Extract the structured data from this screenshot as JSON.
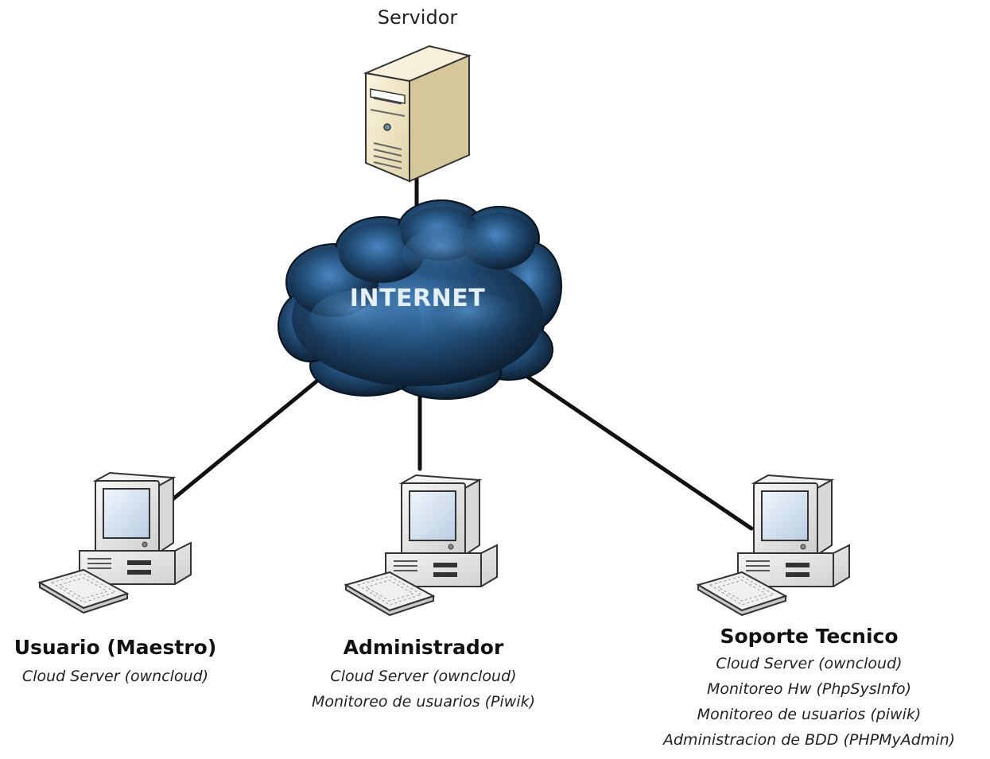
{
  "server": {
    "label": "Servidor"
  },
  "cloud": {
    "label": "INTERNET"
  },
  "nodes": [
    {
      "title": "Usuario (Maestro)",
      "lines": [
        "Cloud Server (owncloud)"
      ]
    },
    {
      "title": "Administrador",
      "lines": [
        "Cloud Server (owncloud)",
        "Monitoreo de usuarios (Piwik)"
      ]
    },
    {
      "title": "Soporte Tecnico",
      "lines": [
        "Cloud Server (owncloud)",
        "Monitoreo Hw (PhpSysInfo)",
        "Monitoreo de usuarios (piwik)",
        "Administracion de BDD (PHPMyAdmin)"
      ]
    }
  ],
  "icons": {
    "server": "server-tower-icon",
    "cloud": "cloud-icon",
    "computer": "desktop-computer-icon"
  },
  "colors": {
    "cloud_dark": "#0d2238",
    "cloud_light": "#4a86c2",
    "server_body": "#efe6c8",
    "link_line": "#111111"
  }
}
